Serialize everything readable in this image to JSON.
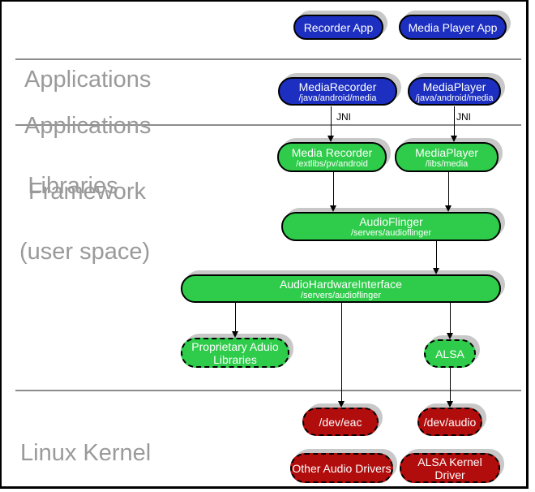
{
  "layers": [
    {
      "name": "applications",
      "lines": [
        "Applications"
      ]
    },
    {
      "name": "applications-framework",
      "lines": [
        "Applications",
        "Framework"
      ]
    },
    {
      "name": "libraries-user-space",
      "lines": [
        "Libraries",
        "(user space)"
      ]
    },
    {
      "name": "linux-kernel",
      "lines": [
        "Linux Kernel"
      ]
    }
  ],
  "nodes": [
    {
      "id": "recorder-app",
      "title": "Recorder App",
      "color": "blue",
      "border": "solid"
    },
    {
      "id": "media-player-app",
      "title": "Media Player App",
      "color": "blue",
      "border": "solid"
    },
    {
      "id": "mediarecorder-framework",
      "title": "MediaRecorder",
      "subtitle": "/java/android/media",
      "color": "blue",
      "border": "solid"
    },
    {
      "id": "mediaplayer-framework",
      "title": "MediaPlayer",
      "subtitle": "/java/android/media",
      "color": "blue",
      "border": "solid"
    },
    {
      "id": "media-recorder-library",
      "title": "Media Recorder",
      "subtitle": "/extlibs/pv/android",
      "color": "green",
      "border": "solid"
    },
    {
      "id": "mediaplayer-library",
      "title": "MediaPlayer",
      "subtitle": "/libs/media",
      "color": "green",
      "border": "solid"
    },
    {
      "id": "audioflinger",
      "title": "AudioFlinger",
      "subtitle": "/servers/audioflinger",
      "color": "green",
      "border": "solid"
    },
    {
      "id": "audio-hardware-interface",
      "title": "AudioHardwareInterface",
      "subtitle": "/servers/audioflinger",
      "color": "green",
      "border": "solid"
    },
    {
      "id": "proprietary-audio-libraries",
      "title": "Proprietary Aduio",
      "title_line2": "Libraries",
      "color": "green",
      "border": "dashed"
    },
    {
      "id": "alsa",
      "title": "ALSA",
      "color": "green",
      "border": "dashed"
    },
    {
      "id": "dev-eac",
      "title": "/dev/eac",
      "color": "red",
      "border": "dashed"
    },
    {
      "id": "dev-audio",
      "title": "/dev/audio",
      "color": "red",
      "border": "dashed"
    },
    {
      "id": "other-audio-drivers",
      "title": "Other Audio Drivers",
      "color": "red",
      "border": "dashed"
    },
    {
      "id": "alsa-kernel-driver",
      "title": "ALSA Kernel Driver",
      "color": "red",
      "border": "dashed"
    }
  ],
  "annotations": {
    "jni_left": "JNI",
    "jni_right": "JNI"
  },
  "colors": {
    "node-blue": "#1c2fc0",
    "node-green": "#2ecc4a",
    "node-red": "#b20d0d",
    "shadow": "#c8c8c8",
    "label-gray": "#9a9a9a",
    "separator": "#8c8c8c",
    "connector": "#000000"
  }
}
